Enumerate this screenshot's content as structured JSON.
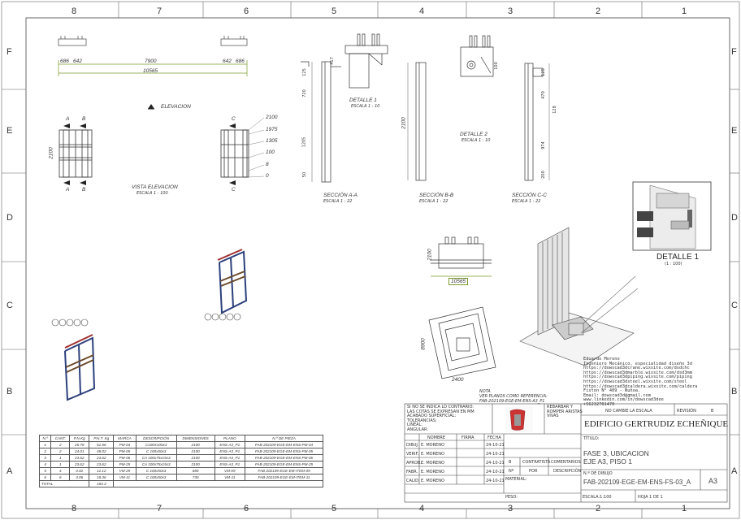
{
  "border": {
    "columns": [
      "8",
      "7",
      "6",
      "5",
      "4",
      "3",
      "2",
      "1"
    ],
    "rows": [
      "F",
      "E",
      "D",
      "C",
      "B",
      "A"
    ]
  },
  "plan": {
    "dims": [
      "686",
      "642",
      "7900",
      "642",
      "686",
      "10565"
    ]
  },
  "elevation_label": "ELEVACION",
  "vista": {
    "title": "VISTA ELEVACION",
    "scale": "ESCALA 1 : 100",
    "height": "2100",
    "levels": [
      "2100",
      "1975",
      "1305",
      "100",
      "8",
      "0"
    ],
    "cut_labels": [
      "A",
      "B",
      "A",
      "B",
      "C",
      "C"
    ]
  },
  "detalle1": {
    "title": "DETALLE 1",
    "scale": "ESCALA 1 : 10"
  },
  "detalle2": {
    "title": "DETALLE 2",
    "scale": "ESCALA 1 : 10"
  },
  "seccion_aa": {
    "title": "SECCIÓN A-A",
    "scale": "ESCALA 1 : 22",
    "dims": [
      "125",
      "720",
      "1205",
      "50"
    ]
  },
  "seccion_bb": {
    "title": "SECCIÓN B-B",
    "scale": "ESCALA 1 : 22",
    "dims": [
      "2100"
    ]
  },
  "seccion_cc": {
    "title": "SECCIÓN C-C",
    "scale": "ESCALA 1 : 22",
    "dims": [
      "125",
      "470",
      "974",
      "200",
      "128"
    ]
  },
  "det_dims": {
    "d1": "417",
    "d2": "100"
  },
  "small_elev": {
    "height": "2100",
    "width": "10565"
  },
  "small_plan": {
    "height": "8900",
    "width": "2400"
  },
  "balloons_count": "5",
  "detalle_box": {
    "title": "DETALLE 1",
    "scale": "(1 : 100)"
  },
  "author": {
    "lines": [
      "Eduardo Moreno",
      "Ingeniero Mecánico, especialidad diseño 3d",
      "https://dowscad3dcrane.wixsite.com/dsdchc",
      "https://dowscad3dmarble.wixsite.com/dsd3mm",
      "https://dowscad3dpiping.wixsite.com/piping",
      "https://dowscad3dsteel.wixsite.com/steel",
      "https://dowscad3dcaldera.wixsite.com/caldera",
      "Fiston N° 409 - Ñuñoa.",
      "Email: dowscad3d@gmail.com",
      "www.linkedin.com/in/dowscad3dee",
      "+56232701470"
    ]
  },
  "nota": {
    "title": "NOTA",
    "lines": [
      "VER PLANOS COMO REFERENCIA:",
      "FAB-202109-EGE-EM-ENS-A3_P1"
    ]
  },
  "bom": {
    "headers": [
      "N.º",
      "CANT.",
      "P.N.Kg",
      "P.N.T. Kg",
      "MARCA",
      "DESCRIPCIÓN",
      "DIMENSIONES",
      "PLANO",
      "N.º DE PIEZA"
    ],
    "rows": [
      [
        "1",
        "2",
        "25.78",
        "51.56",
        "PM-04",
        "C100X100x3",
        "2100",
        "ENS-A3_P1",
        "FAB-202109-EGE-EM-ENS-PM-04"
      ],
      [
        "2",
        "2",
        "24.01",
        "48.02",
        "PM-05",
        "C 100x50x3",
        "2100",
        "ENS-A3_P1",
        "FAB-202109-EGE-EM-ENS-PM-05"
      ],
      [
        "3",
        "1",
        "23.62",
        "23.62",
        "PM-06",
        "CA 100x75x15x3",
        "2100",
        "ENS-A3_P1",
        "FAB-202109-EGE-EM-ENS-PM-06"
      ],
      [
        "4",
        "1",
        "23.62",
        "23.62",
        "PM-25",
        "CA 100x75x15x3",
        "2100",
        "ENS-A3_P1",
        "FAB-202109-EGE-EM-ENS-PM-25"
      ],
      [
        "5",
        "4",
        "3.02",
        "12.12",
        "VM-29",
        "C 100x50x3",
        "680",
        "VM-09",
        "FAB-202109-EGE-EM-ITEM-09"
      ],
      [
        "6",
        "6",
        "3.06",
        "18.36",
        "VM-11",
        "C 100x50x3",
        "730",
        "VM-11",
        "FAB-202109-EGE-EM-ITEM-11"
      ]
    ],
    "total_label": "TOTAL",
    "total_value": "183.3"
  },
  "title_block": {
    "general_note": [
      "SI NO SE INDICA LO CONTRARIO:",
      "LAS COTAS SE EXPRESAN EN MM",
      "ACABADO SUPERFICIAL:",
      "TOLERANCIAS:",
      "LINEAL:",
      "ANGULAR:"
    ],
    "edge_note": [
      "REBARBAR Y",
      "ROMPER ARISTAS",
      "VIVAS"
    ],
    "no_change": "NO CAMBIE LA ESCALA",
    "revision_label": "REVISIÓN",
    "revision_value": "B",
    "company": "EDIFICIO GERTRUDIZ ECHEÑIQUE",
    "headers": [
      "NOMBRE",
      "FIRMA",
      "FECHA"
    ],
    "people": [
      {
        "role": "DIBUJ.",
        "name": "E. MORENO",
        "date": "24-10-21"
      },
      {
        "role": "VERIF.",
        "name": "E. MORENO",
        "date": "24-10-21"
      },
      {
        "role": "APROB.",
        "name": "E. MORENO",
        "date": "24-10-21"
      },
      {
        "role": "FABR.",
        "name": "E. MORENO",
        "date": "24-10-21"
      },
      {
        "role": "CALID.",
        "name": "E. MORENO",
        "date": "24-10-21"
      }
    ],
    "rev_table": [
      [
        "B",
        "CONTRATISTA",
        "COMENTARIOS"
      ],
      [
        "Nº",
        "POR",
        "DESCRIPCIÓN"
      ]
    ],
    "material_label": "MATERIAL:",
    "title_label": "TÍTULO:",
    "title_lines": [
      "FASE 3, UBICACION",
      "EJE A3, PISO 1"
    ],
    "drawing_no_label": "N.º DE DIBUJO",
    "drawing_no": "FAB-202109-EGE-EM-ENS-FS-03_A",
    "size": "A3",
    "peso_label": "PESO:",
    "scale": "ESCALA:1:100",
    "sheet": "HOJA 1 DE 1"
  }
}
